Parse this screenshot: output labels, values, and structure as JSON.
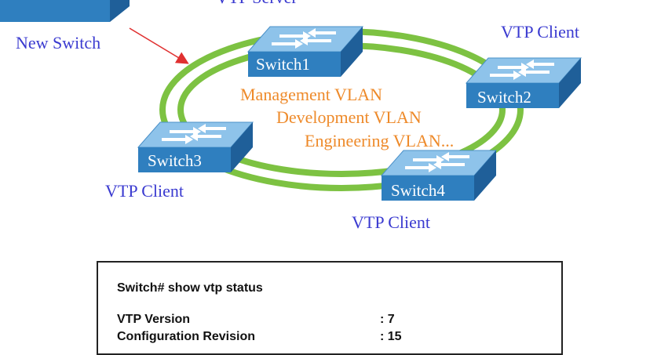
{
  "labels": {
    "new_switch": "New Switch",
    "vtp_client": "VTP Client",
    "top_label_partial": "VTP Server"
  },
  "ring_vlans": [
    "Management VLAN",
    "Development VLAN",
    "Engineering VLAN..."
  ],
  "switches": [
    "Switch1",
    "Switch2",
    "Switch3",
    "Switch4"
  ],
  "terminal": {
    "command": "Switch# show vtp status",
    "rows": [
      {
        "key": "VTP Version",
        "value": ": 7"
      },
      {
        "key": "Configuration Revision",
        "value": ": 15"
      }
    ]
  },
  "colors": {
    "ring": "#7dc242",
    "switch_face": "#2f7fbf",
    "switch_top": "#8ec3ea",
    "label_blue": "#3a3ad0",
    "label_orange": "#ee8a2a",
    "arrow": "#e03030"
  }
}
